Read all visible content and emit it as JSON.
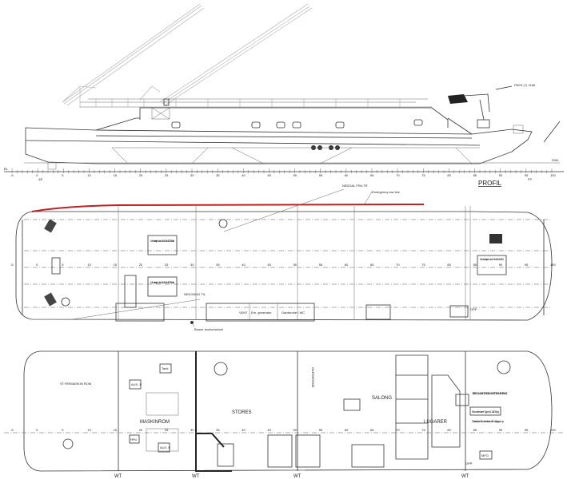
{
  "profile": {
    "title": "PROFIL",
    "crane_label": "PASS (?) 1166",
    "baseline_label": "BL",
    "dwl_label": "DWL",
    "ap_label": "AP",
    "fp_label": "FP",
    "frames": [
      "-5",
      "0",
      "5",
      "10",
      "15",
      "20",
      "25",
      "30",
      "35",
      "40",
      "45",
      "50",
      "55",
      "60",
      "65",
      "70",
      "75",
      "80",
      "85",
      "90",
      "95",
      "100"
    ]
  },
  "main_deck": {
    "emergency_tow_line": "Emergency tow line",
    "annotation_top": "NEDGAL FRA TR",
    "annotation_mid": "NEDGANG TIL",
    "bower_anchor": "Bower anchor/winch",
    "hatch_labels": [
      "Montasje Luke 2140x1400 Boltet",
      "Montasje Luke 2140x1400 Boltet",
      "Montasje Luke 2140x1400"
    ],
    "vent_label": "VENT",
    "generator_label": "Em. generator",
    "wardrobe_label": "Garderobe / WC",
    "opp_label": "OPP"
  },
  "lower_deck": {
    "rooms": {
      "steering": "STYREMASKIN ROM",
      "engine": "MASKINROM",
      "stores": "STORES",
      "saloon": "SALONG",
      "cabins": "LUGARER",
      "wardrobe": "GARDEROBE"
    },
    "equipment": {
      "aux_e_1": "AUX. E",
      "aux_e_2": "AUX. E",
      "tank": "Tank",
      "hpu": "HPU",
      "mfo": "MFO",
      "treatment": "STP. ACCUMULATOR OG SEWAGE TREATMENT PLANT",
      "bow_thruster": "Bow thruster Type & 1500kg",
      "diesel_note": "Diesel driven Bow thruster and Em. bilge pump",
      "opp": "OPP"
    },
    "bulkhead_labels": [
      "WT",
      "WT",
      "WT",
      "WT"
    ]
  }
}
